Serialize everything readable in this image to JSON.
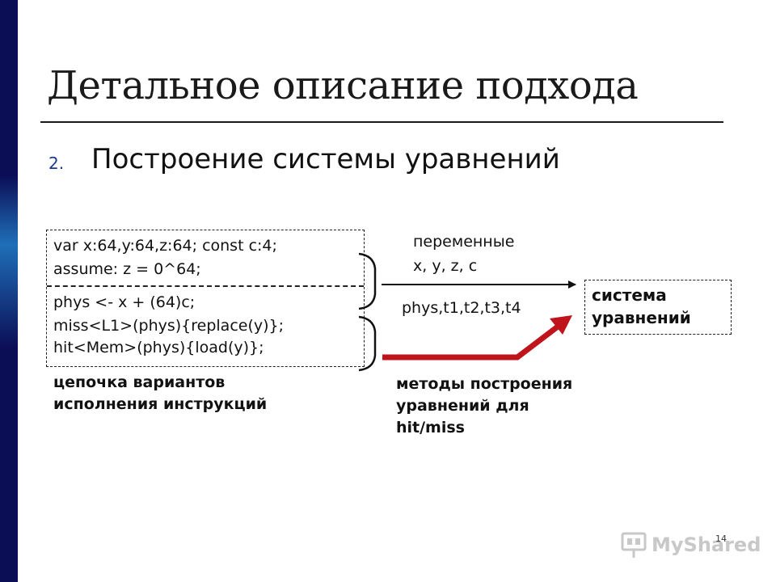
{
  "slide": {
    "title": "Детальное описание подхода",
    "subtitle_number": "2.",
    "subtitle": "Построение системы уравнений",
    "page_number": "14"
  },
  "code_box": {
    "lines": [
      "var x:64,y:64,z:64; const c:4;",
      "assume: z = 0^64;",
      "phys <- x + (64)c;",
      "miss<L1>(phys){replace(y)};",
      "hit<Mem>(phys){load(y)};"
    ]
  },
  "captions": {
    "chain_line1": "цепочка вариантов",
    "chain_line2": "исполнения инструкций",
    "methods_line1": "методы построения",
    "methods_line2": "уравнений для",
    "methods_line3": "hit/miss"
  },
  "labels": {
    "vars_line1": "переменные",
    "vars_line2": "x, y, z, c",
    "phys_vars": "phys,t1,t2,t3,t4"
  },
  "result_box": {
    "line1": "система",
    "line2": "уравнений"
  },
  "watermark": {
    "text": "MyShared",
    "icon": "presentation-board-icon"
  },
  "colors": {
    "stripe": "#0b0d55",
    "subtitle_number": "#1a3b8c",
    "red_arrow": "#c0141c",
    "black_arrow": "#111111",
    "watermark": "#c8c8c8"
  }
}
